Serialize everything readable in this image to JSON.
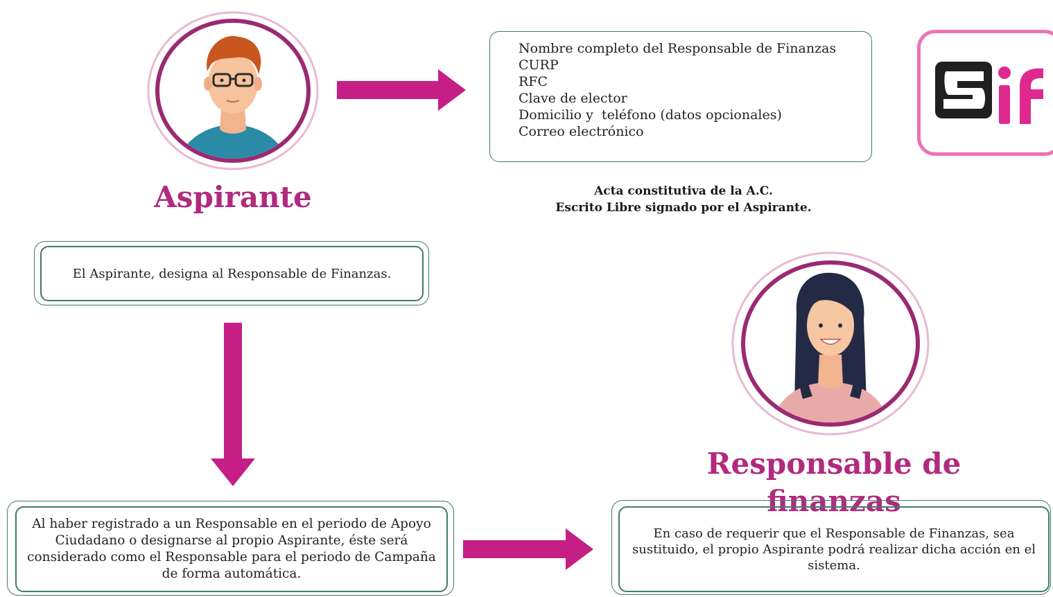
{
  "aspirante": {
    "title": "Aspirante",
    "avatar_icon": "man-with-glasses-icon"
  },
  "responsable": {
    "title": "Responsable de finanzas",
    "avatar_icon": "woman-icon"
  },
  "fields": [
    "Nombre completo del Responsable de Finanzas",
    "CURP",
    "RFC",
    "Clave de elector",
    "Domicilio y  teléfono (datos opcionales)",
    "Correo electrónico"
  ],
  "documents": [
    "Acta constitutiva de la A.C.",
    "Escrito Libre signado por el Aspirante."
  ],
  "designa_text": "El Aspirante, designa al Responsable de Finanzas.",
  "registro_text": "Al haber registrado a un Responsable en el periodo de Apoyo Ciudadano o designarse al propio Aspirante, éste será considerado como el Responsable para el periodo de Campaña de forma automática.",
  "sustitucion_text": "En caso de requerir que el Responsable de Finanzas, sea sustituido, el propio Aspirante podrá realizar dicha acción en el sistema.",
  "logo": {
    "icon": "sif-logo-icon",
    "text_dark": "S",
    "text_pink": "if"
  },
  "colors": {
    "accent": "#c51f86",
    "title": "#b12a7e",
    "border": "#3f7a6a",
    "ring": "#9a2a72"
  }
}
